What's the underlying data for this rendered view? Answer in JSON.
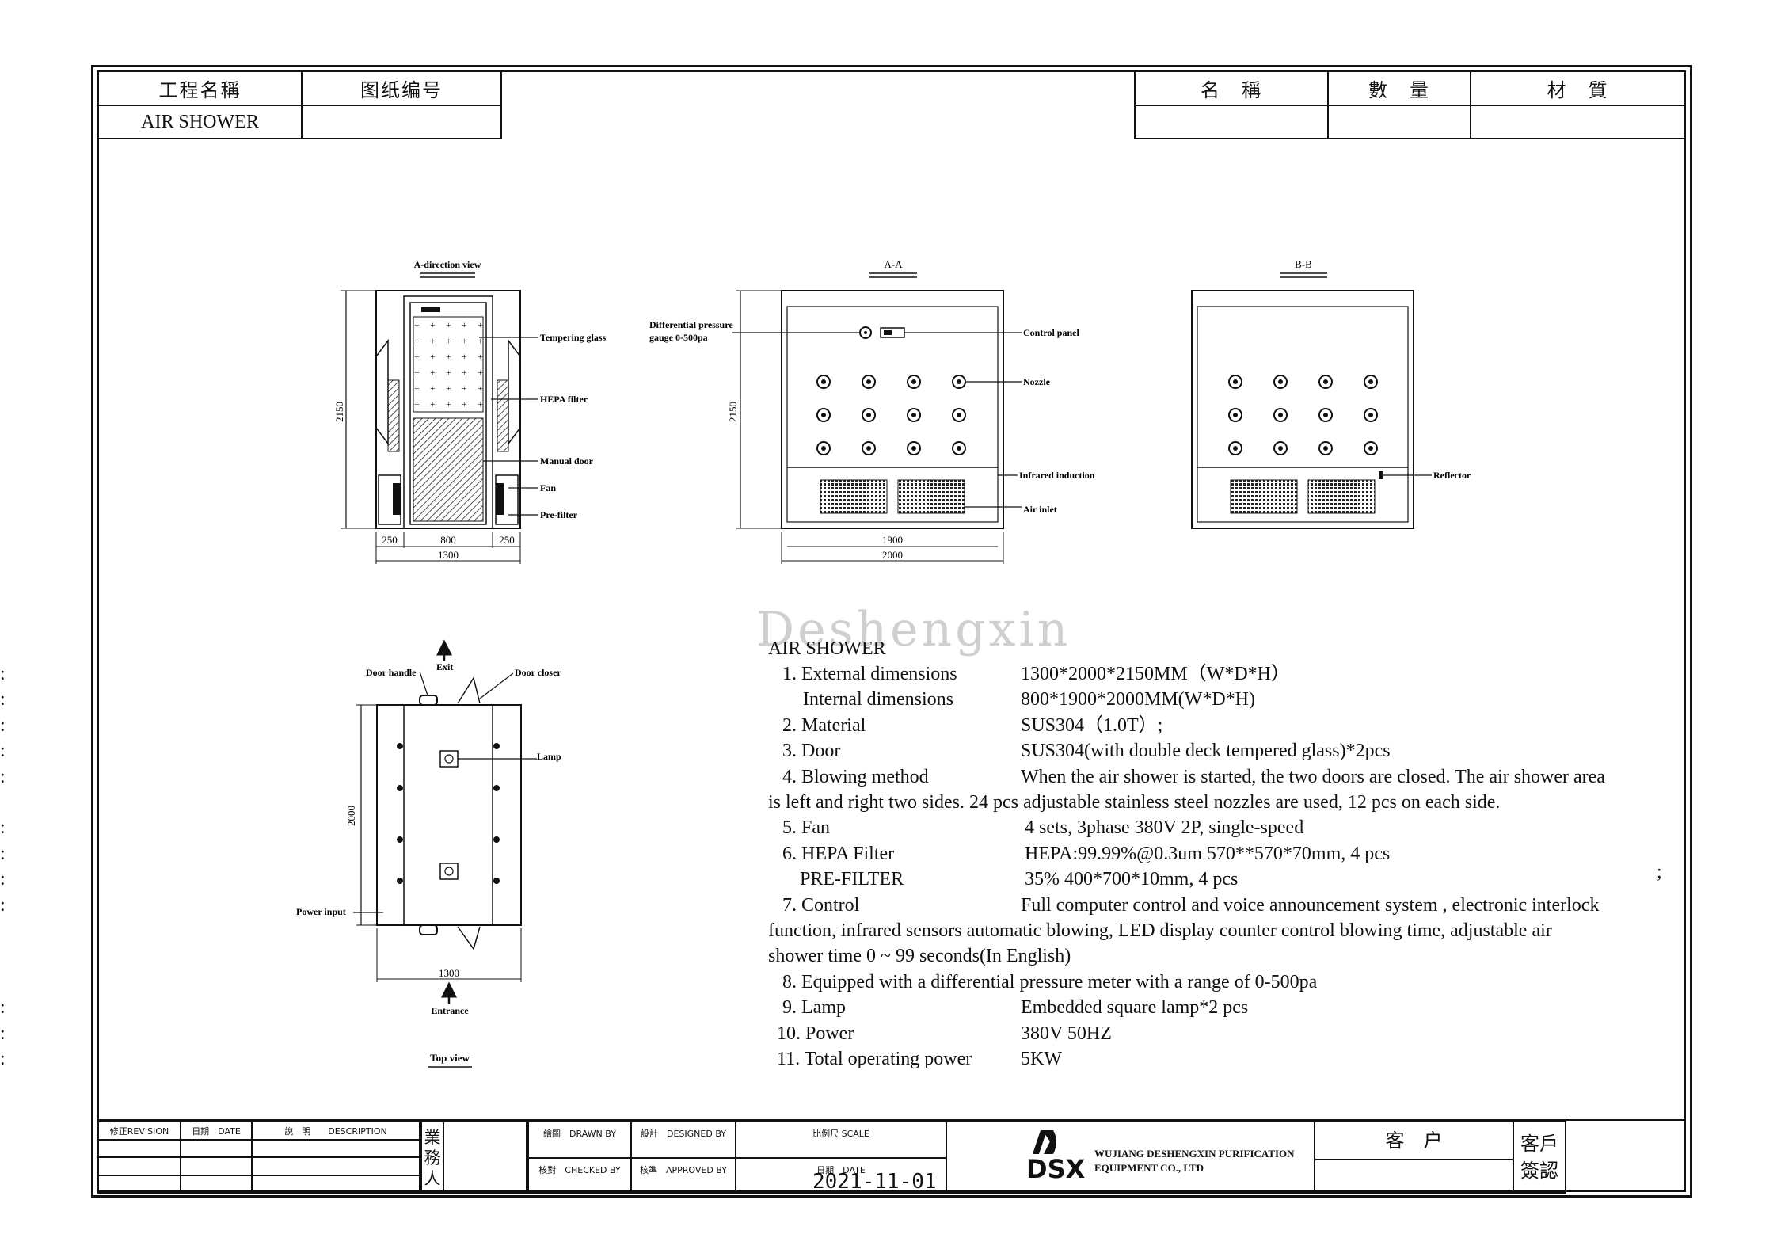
{
  "title_block_left": {
    "project_name_label": "工程名稱",
    "drawing_no_label": "图纸编号",
    "project_name": "AIR SHOWER"
  },
  "title_block_right": {
    "name_label": "名　稱",
    "qty_label": "數　量",
    "material_label": "材　質"
  },
  "views": {
    "a_direction": {
      "title": "A-direction view",
      "labels": [
        "Tempering glass",
        "HEPA filter",
        "Manual door",
        "Fan",
        "Pre-filter"
      ],
      "dim_height": "2150",
      "dim_w1": "250",
      "dim_w2": "800",
      "dim_w3": "250",
      "dim_total": "1300"
    },
    "section_aa": {
      "title": "A-A",
      "labels": [
        "Differential pressure",
        "gauge 0-500pa",
        "Control panel",
        "Nozzle",
        "Infrared induction",
        "Air inlet"
      ],
      "dim_height": "2150",
      "dim_inner": "1900",
      "dim_total": "2000"
    },
    "section_bb": {
      "title": "B-B",
      "labels": [
        "Reflector"
      ]
    },
    "top_view": {
      "title": "Top view",
      "labels": [
        "Door handle",
        "Exit",
        "Door closer",
        "Lamp",
        "Power input",
        "Entrance"
      ],
      "dim_depth": "2000",
      "dim_width": "1300"
    }
  },
  "watermark": "Deshengxin",
  "specs": {
    "heading": "AIR SHOWER",
    "lines": [
      {
        "label": "1. External dimensions",
        "value": "1300*2000*2150MM（W*D*H）"
      },
      {
        "label": "Internal dimensions",
        "value": "800*1900*2000MM(W*D*H)"
      },
      {
        "label": "2. Material",
        "value": "SUS304（1.0T）;"
      },
      {
        "label": "3. Door",
        "value": "SUS304(with double deck tempered glass)*2pcs"
      },
      {
        "label": "4. Blowing method",
        "value": "When the air shower is started, the two doors are closed. The air shower area"
      },
      {
        "label": "",
        "value": "is left and right two sides. 24 pcs adjustable stainless steel nozzles are used, 12 pcs on each side."
      },
      {
        "label": "5. Fan",
        "value": "4 sets, 3phase 380V 2P, single-speed"
      },
      {
        "label": "6. HEPA Filter",
        "value": "HEPA:99.99%@0.3um 570**570*70mm, 4 pcs"
      },
      {
        "label": "PRE-FILTER",
        "value": "35% 400*700*10mm, 4 pcs"
      },
      {
        "label": "7. Control",
        "value": "Full computer control and voice announcement system , electronic interlock"
      },
      {
        "label": "",
        "value": "function, infrared sensors automatic blowing, LED display counter control blowing time, adjustable air"
      },
      {
        "label": "",
        "value": "shower time 0 ~ 99 seconds(In English)"
      },
      {
        "label": "8. Equipped with a differential pressure meter with a range of 0-500pa",
        "value": ""
      },
      {
        "label": "9. Lamp",
        "value": "Embedded square lamp*2 pcs"
      },
      {
        "label": "10. Power",
        "value": "380V 50HZ"
      },
      {
        "label": "11. Total operating power",
        "value": "5KW"
      }
    ],
    "stray_mark": ";"
  },
  "bottom_block": {
    "revision": "修正REVISION",
    "date": "日期　DATE",
    "description": "說　明　　DESCRIPTION",
    "salesman": "業務人",
    "drawn_by": "繪圖　DRAWN BY",
    "designed_by": "設計　DESIGNED BY",
    "scale": "比例尺 SCALE",
    "checked_by": "核對　CHECKED BY",
    "approved_by": "核準　APPROVED BY",
    "date2": "日期　DATE",
    "date_value": "2021-11-01",
    "company_line1": "WUJIANG DESHENGXIN PURIFICATION",
    "company_line2": "EQUIPMENT CO., LTD",
    "logo_text": "DSX",
    "customer": "客　户",
    "customer_confirm": "客戶簽認"
  }
}
